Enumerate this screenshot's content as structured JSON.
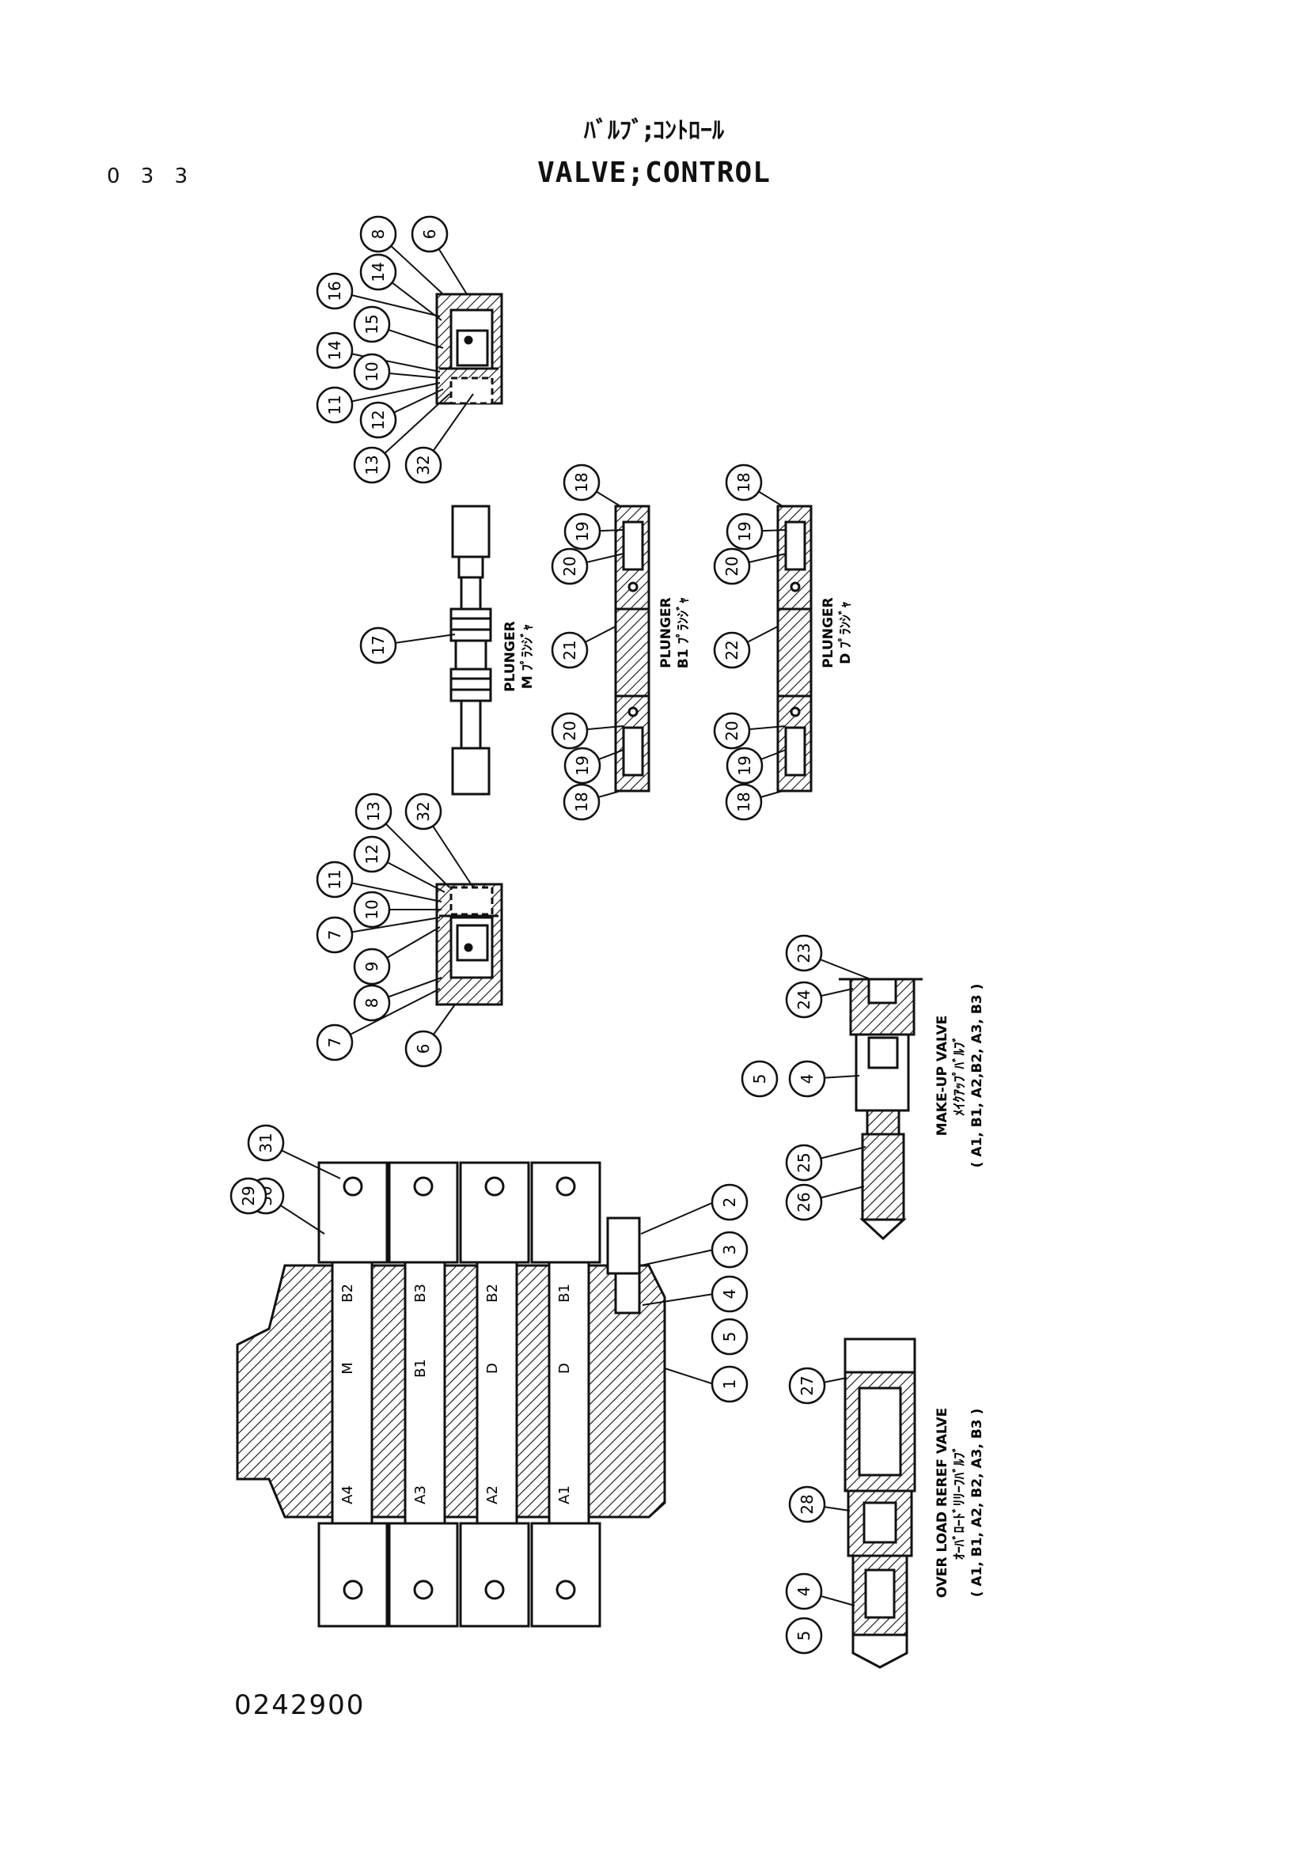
{
  "page_number": "0 3 3",
  "title_jp": "ﾊﾞﾙﾌﾞ;ｺﾝﾄﾛｰﾙ",
  "title_en": "VALVE;CONTROL",
  "document_code": "0242900",
  "part_callouts": {
    "top_spool_cap": [
      "8",
      "6",
      "16",
      "14",
      "15",
      "14",
      "10",
      "11",
      "12",
      "13",
      "32"
    ],
    "middle_spool_cap": [
      "13",
      "32",
      "12",
      "11",
      "10",
      "7",
      "9",
      "8",
      "7",
      "6"
    ],
    "plunger_m": [
      "17"
    ],
    "plunger_b1": [
      "18",
      "19",
      "20",
      "21",
      "20",
      "19",
      "18"
    ],
    "plunger_d": [
      "18",
      "19",
      "20",
      "22",
      "20",
      "19",
      "18"
    ],
    "make_up_valve": [
      "23",
      "24",
      "4",
      "5",
      "25",
      "26"
    ],
    "valve_body": [
      "31",
      "30",
      "29",
      "2",
      "3",
      "4",
      "5",
      "1"
    ],
    "over_load_relief_valve": [
      "27",
      "28",
      "4",
      "5"
    ]
  },
  "plunger_labels": {
    "m": {
      "name": "PLUNGER",
      "jp": "M ﾌﾟﾗﾝｼﾞｬ"
    },
    "b1": {
      "name": "PLUNGER",
      "jp": "B1 ﾌﾟﾗﾝｼﾞｬ"
    },
    "d": {
      "name": "PLUNGER",
      "jp": "D ﾌﾟﾗﾝｼﾞｬ"
    }
  },
  "make_up_valve": {
    "name": "MAKE-UP VALVE",
    "jp": "ﾒｲｸｱｯﾌﾟﾊﾞﾙﾌﾞ",
    "ports": "( A1, B1, A2,B2, A3, B3 )"
  },
  "over_load_relief_valve": {
    "name": "OVER LOAD REREF VALVE",
    "jp": "ｵｰﾊﾞﾛｰﾄﾞﾘﾘｰﾌﾊﾞﾙﾌﾞ",
    "ports": "( A1, B1, A2, B2, A3, B3 )"
  },
  "valve_body_ports": {
    "top_row": [
      "B2",
      "B3",
      "B2",
      "B1"
    ],
    "middle_row": [
      "M",
      "B1",
      "D",
      "D"
    ],
    "bottom_row": [
      "A4",
      "A3",
      "A2",
      "A1"
    ]
  },
  "colors": {
    "ink": "#111111",
    "paper": "#ffffff"
  }
}
